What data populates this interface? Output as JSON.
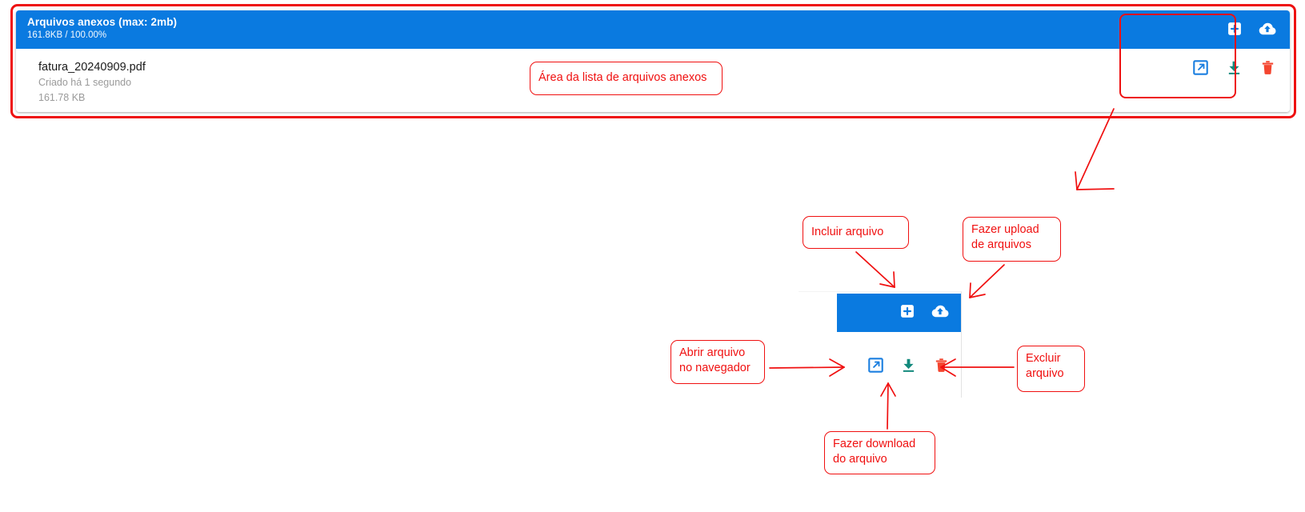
{
  "card": {
    "title": "Arquivos anexos (max: 2mb)",
    "usage": "161.8KB / 100.00%",
    "header_actions": [
      {
        "name": "add-file-button",
        "icon": "plus-square-icon",
        "color": "#ffffff"
      },
      {
        "name": "upload-files-button",
        "icon": "cloud-upload-icon",
        "color": "#ffffff"
      }
    ],
    "files": [
      {
        "name": "fatura_20240909.pdf",
        "created": "Criado há 1 segundo",
        "size": "161.78 KB",
        "actions": [
          {
            "name": "open-in-browser-button",
            "icon": "external-link-icon",
            "color": "#1b7fe0"
          },
          {
            "name": "download-button",
            "icon": "download-icon",
            "color": "#12897c"
          },
          {
            "name": "delete-button",
            "icon": "trash-icon",
            "color": "#f4452f"
          }
        ]
      }
    ]
  },
  "annotations": {
    "list_area": "Área da lista de arquivos anexos",
    "include_file": "Incluir arquivo",
    "upload_files": "Fazer upload\nde arquivos",
    "open_in_browser": "Abrir arquivo\nno navegador",
    "delete_file": "Excluir\narquivo",
    "download_file": "Fazer download\ndo arquivo"
  },
  "colors": {
    "brand_blue": "#0a7ae0",
    "annotation_red": "#f01010",
    "download_teal": "#12897c",
    "delete_red": "#f4452f",
    "link_blue": "#1b7fe0",
    "muted_text": "#9a9a9a"
  }
}
